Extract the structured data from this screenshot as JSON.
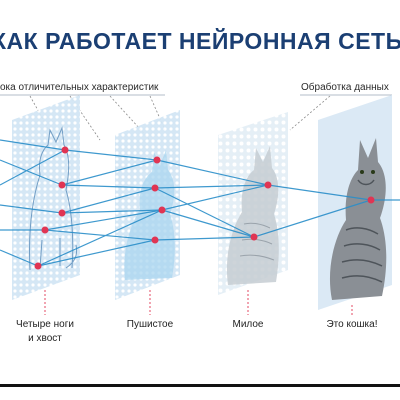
{
  "title": "КАК РАБОТАЕТ НЕЙРОННАЯ СЕТЬ",
  "labels": {
    "features": "ока отличительных характеристик",
    "processing": "Обработка данных"
  },
  "captions": {
    "layer1_line1": "Четыре ноги",
    "layer1_line2": "и хвост",
    "layer2": "Пушистое",
    "layer3": "Милое",
    "layer4": "Это кошка!"
  },
  "colors": {
    "title": "#1b3f73",
    "connection": "#2a8ec9",
    "node": "#e03553",
    "panel": "#e6f1f9",
    "panel_dots": "#ffffff",
    "dashed": "#e03553"
  }
}
